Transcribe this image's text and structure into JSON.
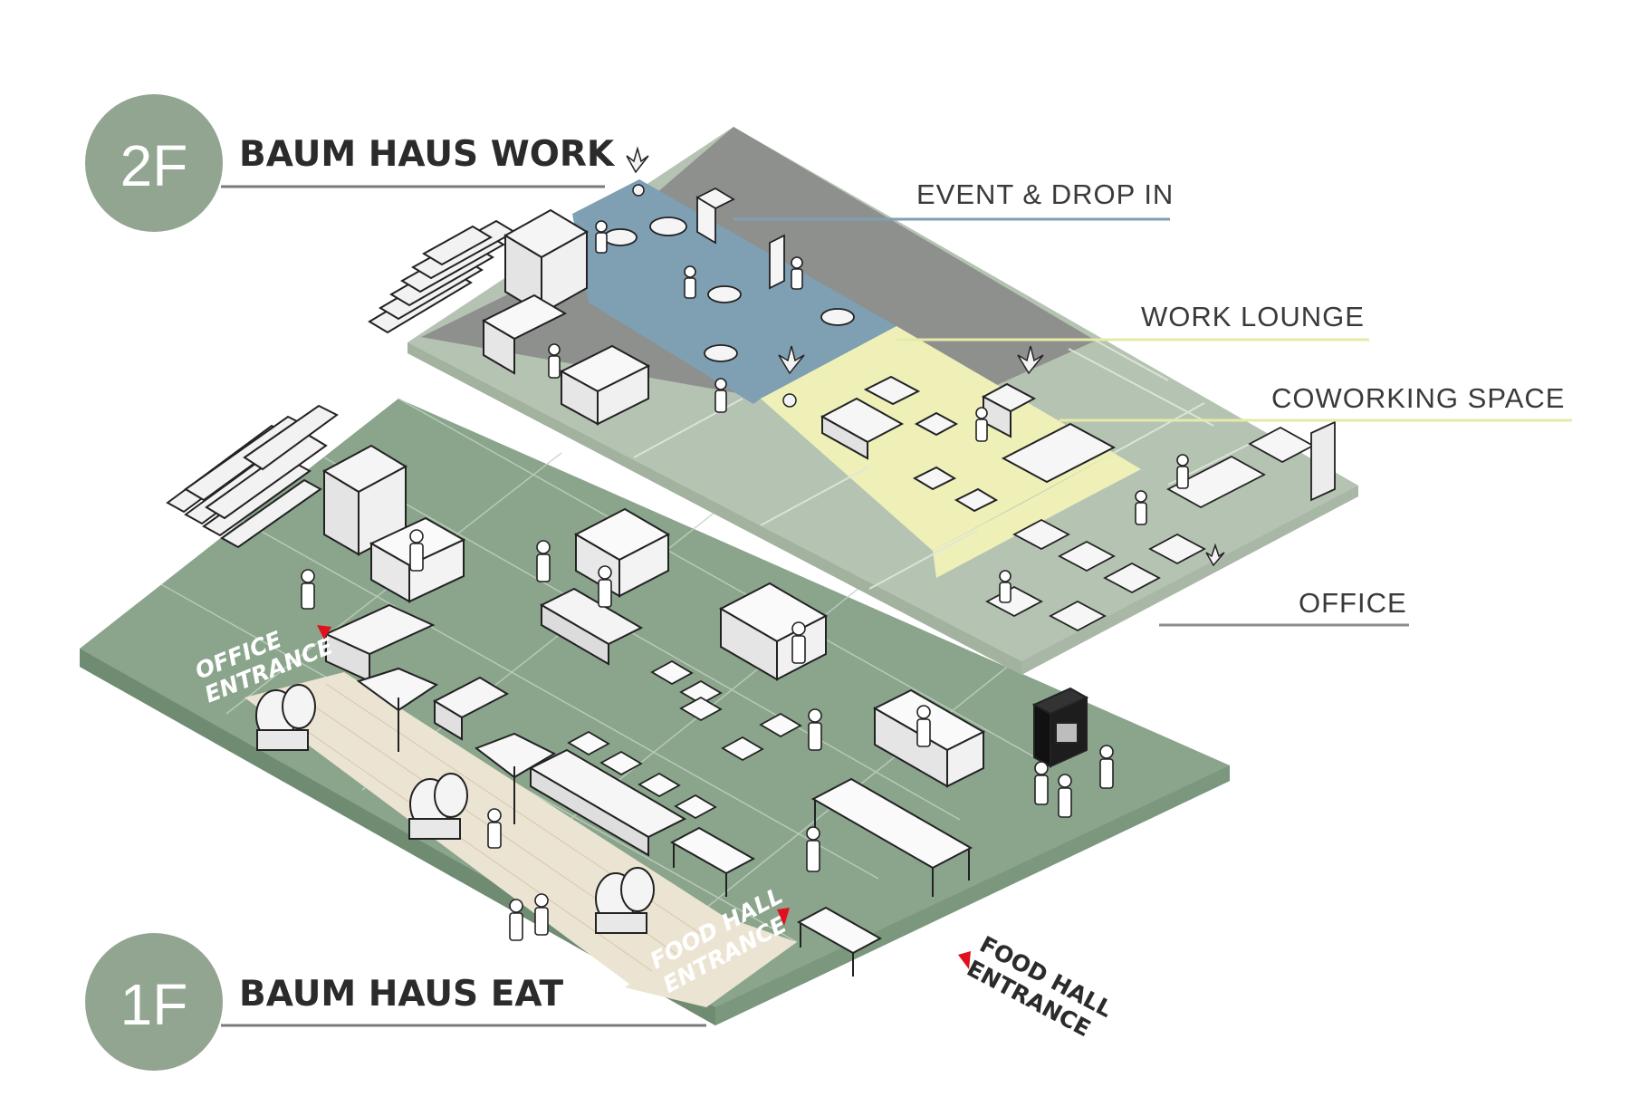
{
  "floors": [
    {
      "badge": "2F",
      "title": "BAUM HAUS WORK"
    },
    {
      "badge": "1F",
      "title": "BAUM HAUS EAT"
    }
  ],
  "zones": [
    {
      "label": "EVENT & DROP IN",
      "color": "#7f9fb3"
    },
    {
      "label": "WORK LOUNGE",
      "color": "#e6eaa9"
    },
    {
      "label": "COWORKING SPACE",
      "color": "#e6eaa9"
    },
    {
      "label": "OFFICE",
      "color": "#8a8f8c"
    }
  ],
  "entrances": {
    "office": [
      "OFFICE",
      "ENTRANCE"
    ],
    "food_hall_deck": [
      "FOOD HALL",
      "ENTRANCE"
    ],
    "food_hall_outside": [
      "FOOD HALL",
      "ENTRANCE"
    ]
  },
  "colors": {
    "badge": "#92a591",
    "floor_1f": "#8aa58c",
    "floor_2f": "#b5c3b2",
    "dark_zone": "#8e908d",
    "event_zone": "#7f9fb3",
    "lounge_zone": "#eef0b8",
    "deck": "#ece4d2",
    "entrance_arrow": "#e0101e"
  }
}
